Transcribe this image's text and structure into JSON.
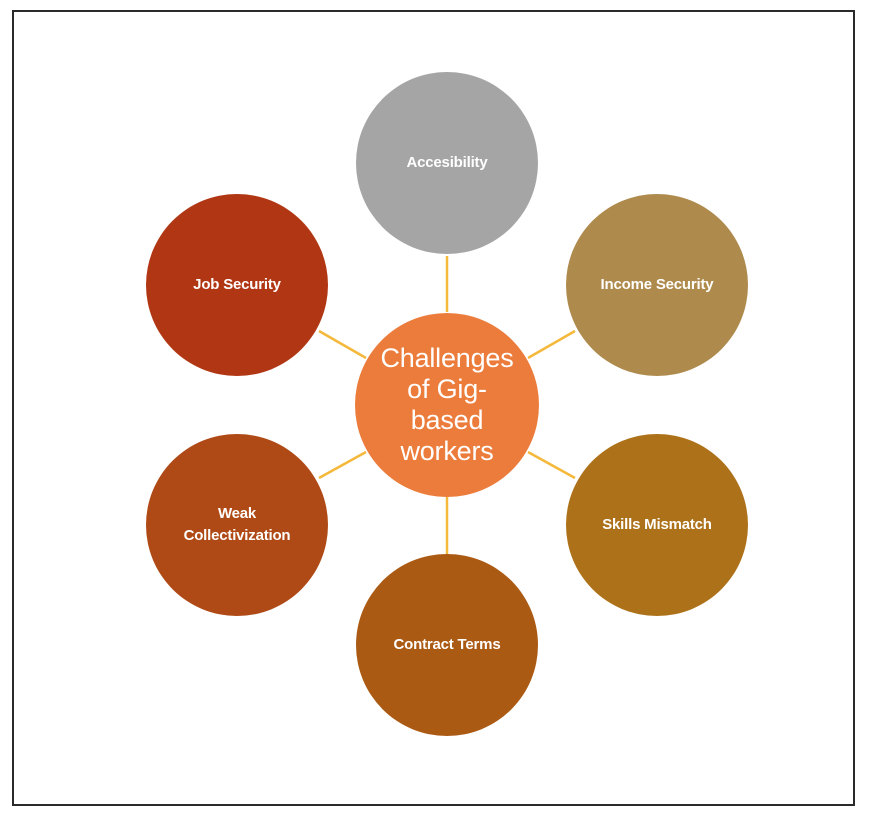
{
  "diagram": {
    "type": "radial-hub",
    "connector_color": "#f4b83a",
    "center": {
      "label": "Challenges of Gig-based workers",
      "label_display": "Challenges\nof Gig-\nbased\nworkers",
      "color": "#ec7c3b"
    },
    "nodes": [
      {
        "label": "Accesibility",
        "color": "#a5a5a5",
        "position": "top"
      },
      {
        "label": "Income Security",
        "color": "#ae8a4c",
        "position": "upper-right"
      },
      {
        "label": "Skills Mismatch",
        "color": "#ad7219",
        "position": "lower-right"
      },
      {
        "label": "Contract Terms",
        "color": "#ab5a14",
        "position": "bottom"
      },
      {
        "label": "Weak Collectivization",
        "color": "#af4915",
        "position": "lower-left"
      },
      {
        "label": "Job Security",
        "color": "#b13714",
        "position": "upper-left"
      }
    ]
  }
}
